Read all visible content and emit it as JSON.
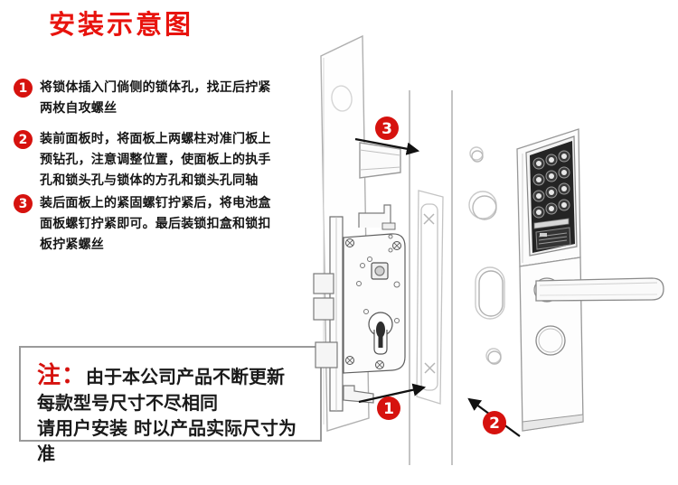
{
  "page": {
    "title": "安装示意图"
  },
  "accent_color": "#d6120e",
  "instructions": [
    {
      "num": "1",
      "text": "将锁体插入门倘侧的锁体孔，找正后拧紧两枚自攻螺丝"
    },
    {
      "num": "2",
      "text": "装前面板时，将面板上两螺柱对准门板上预钻孔，注意调整位置，使面板上的执手孔和锁头孔与锁体的方孔和锁头孔同轴"
    },
    {
      "num": "3",
      "text": "装后面板上的紧固螺钉拧紧后，将电池盒面板螺钉拧紧即可。最后装锁扣盒和锁扣板拧紧螺丝"
    }
  ],
  "note": {
    "label": "注：",
    "lines": [
      "由于本公司产品不断更新",
      "每款型号尺寸不尽相同",
      "请用户安装 时以产品实际尺寸为准"
    ]
  },
  "diagram": {
    "markers": {
      "step1": "1",
      "step2": "2",
      "step3": "3"
    }
  }
}
